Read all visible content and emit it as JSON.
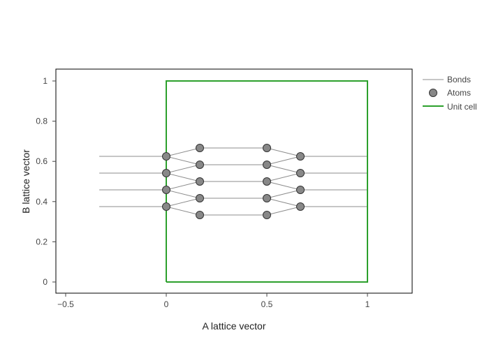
{
  "chart_data": {
    "type": "scatter",
    "title": "",
    "xlabel": "A lattice vector",
    "ylabel": "B lattice vector",
    "xlim": [
      -0.55,
      1.22
    ],
    "ylim": [
      -0.06,
      1.06
    ],
    "xticks": [
      -0.5,
      0,
      0.5,
      1
    ],
    "xtick_labels": [
      "−0.5",
      "0",
      "0.5",
      "1"
    ],
    "yticks": [
      0,
      0.2,
      0.4,
      0.6,
      0.8,
      1
    ],
    "ytick_labels": [
      "0",
      "0.2",
      "0.4",
      "0.6",
      "0.8",
      "1"
    ],
    "grid": false,
    "legend_position": "right-top-outside",
    "series": [
      {
        "name": "Bonds",
        "kind": "line-segments",
        "color": "#8c8c8c",
        "segments": [
          [
            [
              -0.333,
              0.625
            ],
            [
              0,
              0.625
            ]
          ],
          [
            [
              -0.333,
              0.5417
            ],
            [
              0,
              0.5417
            ]
          ],
          [
            [
              -0.333,
              0.4583
            ],
            [
              0,
              0.4583
            ]
          ],
          [
            [
              -0.333,
              0.375
            ],
            [
              0,
              0.375
            ]
          ],
          [
            [
              0,
              0.625
            ],
            [
              0.1667,
              0.6667
            ]
          ],
          [
            [
              0,
              0.625
            ],
            [
              0.1667,
              0.5833
            ]
          ],
          [
            [
              0,
              0.5417
            ],
            [
              0.1667,
              0.5833
            ]
          ],
          [
            [
              0,
              0.5417
            ],
            [
              0.1667,
              0.5
            ]
          ],
          [
            [
              0,
              0.4583
            ],
            [
              0.1667,
              0.5
            ]
          ],
          [
            [
              0,
              0.4583
            ],
            [
              0.1667,
              0.4167
            ]
          ],
          [
            [
              0,
              0.375
            ],
            [
              0.1667,
              0.4167
            ]
          ],
          [
            [
              0,
              0.375
            ],
            [
              0.1667,
              0.3333
            ]
          ],
          [
            [
              0.1667,
              0.6667
            ],
            [
              0.5,
              0.6667
            ]
          ],
          [
            [
              0.1667,
              0.5833
            ],
            [
              0.5,
              0.5833
            ]
          ],
          [
            [
              0.1667,
              0.5
            ],
            [
              0.5,
              0.5
            ]
          ],
          [
            [
              0.1667,
              0.4167
            ],
            [
              0.5,
              0.4167
            ]
          ],
          [
            [
              0.1667,
              0.3333
            ],
            [
              0.5,
              0.3333
            ]
          ],
          [
            [
              0.5,
              0.6667
            ],
            [
              0.6667,
              0.625
            ]
          ],
          [
            [
              0.5,
              0.5833
            ],
            [
              0.6667,
              0.625
            ]
          ],
          [
            [
              0.5,
              0.5833
            ],
            [
              0.6667,
              0.5417
            ]
          ],
          [
            [
              0.5,
              0.5
            ],
            [
              0.6667,
              0.5417
            ]
          ],
          [
            [
              0.5,
              0.5
            ],
            [
              0.6667,
              0.4583
            ]
          ],
          [
            [
              0.5,
              0.4167
            ],
            [
              0.6667,
              0.4583
            ]
          ],
          [
            [
              0.5,
              0.4167
            ],
            [
              0.6667,
              0.375
            ]
          ],
          [
            [
              0.5,
              0.3333
            ],
            [
              0.6667,
              0.375
            ]
          ],
          [
            [
              0.6667,
              0.625
            ],
            [
              1,
              0.625
            ]
          ],
          [
            [
              0.6667,
              0.5417
            ],
            [
              1,
              0.5417
            ]
          ],
          [
            [
              0.6667,
              0.4583
            ],
            [
              1,
              0.4583
            ]
          ],
          [
            [
              0.6667,
              0.375
            ],
            [
              1,
              0.375
            ]
          ]
        ]
      },
      {
        "name": "Atoms",
        "kind": "markers",
        "color": "#888888",
        "edge_color": "#333333",
        "x": [
          0,
          0,
          0,
          0,
          0.1667,
          0.1667,
          0.1667,
          0.1667,
          0.1667,
          0.5,
          0.5,
          0.5,
          0.5,
          0.5,
          0.6667,
          0.6667,
          0.6667,
          0.6667
        ],
        "y": [
          0.625,
          0.5417,
          0.4583,
          0.375,
          0.6667,
          0.5833,
          0.5,
          0.4167,
          0.3333,
          0.6667,
          0.5833,
          0.5,
          0.4167,
          0.3333,
          0.625,
          0.5417,
          0.4583,
          0.375
        ]
      },
      {
        "name": "Unit cell",
        "kind": "line",
        "color": "#2ca02c",
        "x": [
          0,
          1,
          1,
          0,
          0
        ],
        "y": [
          0,
          0,
          1,
          1,
          0
        ]
      }
    ]
  },
  "legend": {
    "bonds_label": "Bonds",
    "atoms_label": "Atoms",
    "unit_cell_label": "Unit cell"
  },
  "axes": {
    "xlabel": "A lattice vector",
    "ylabel": "B lattice vector"
  }
}
